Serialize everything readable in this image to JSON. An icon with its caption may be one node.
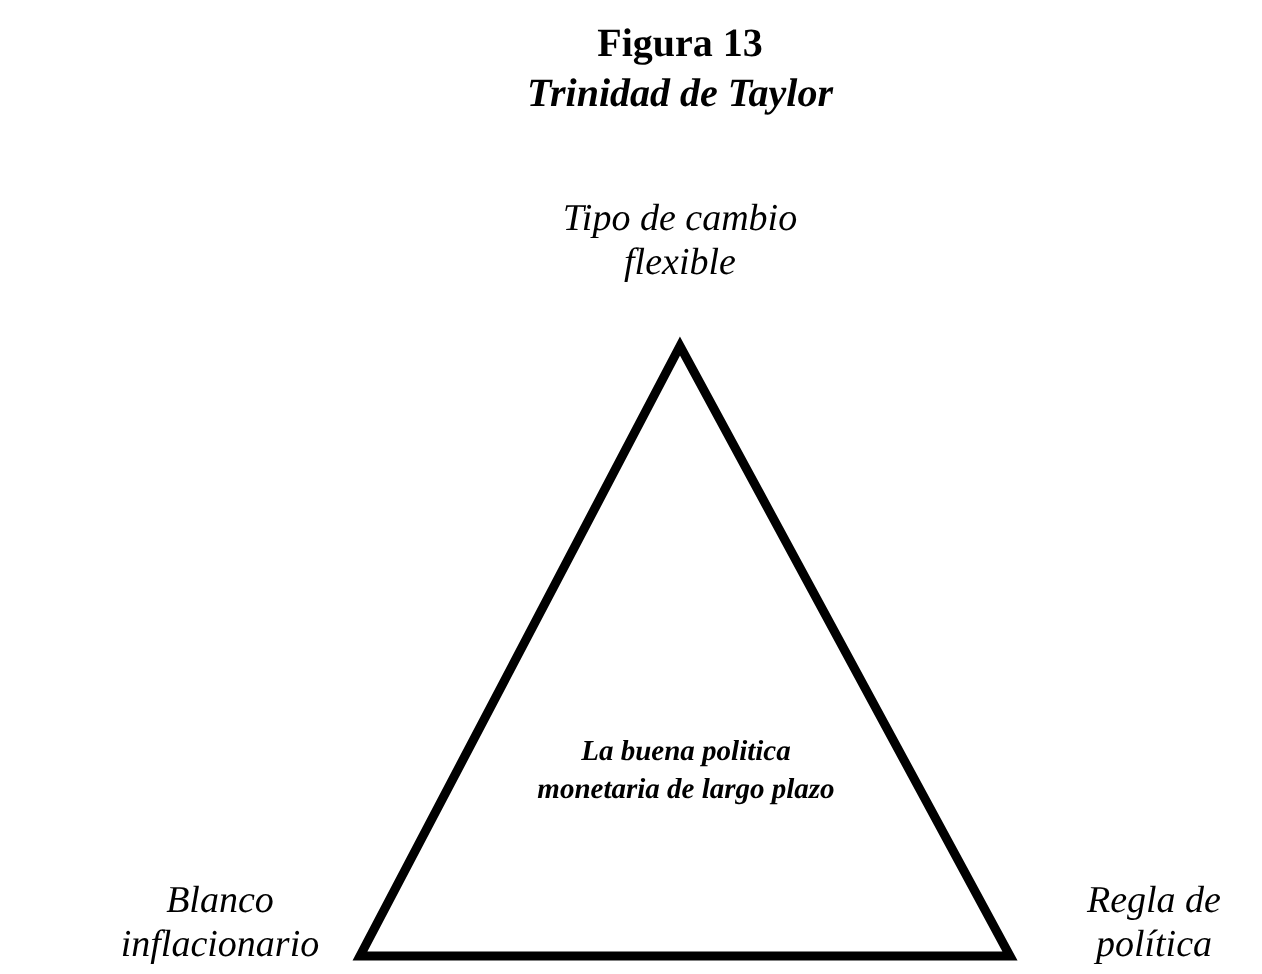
{
  "diagram": {
    "title": "Figura 13",
    "caption": "Trinidad de Taylor",
    "nodes": [
      {
        "text": [
          "La buena politica monetaria de largo plazo"
        ],
        "beside": [
          "Tipo de cambio flexible",
          "Blanco inflacionario",
          "Regla de política"
        ]
      }
    ]
  }
}
